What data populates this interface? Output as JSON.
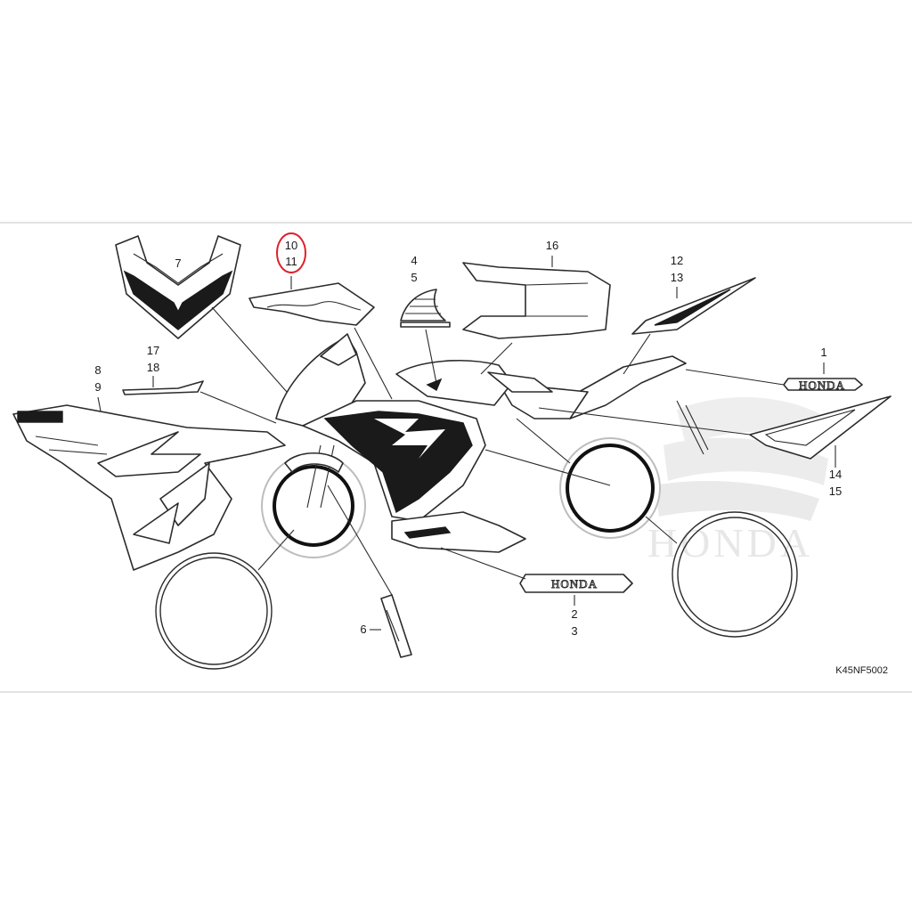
{
  "diagram": {
    "code": "K45NF5002",
    "watermark_text": "HONDA",
    "decal_text_tank": "HONDA",
    "decal_text_side": "HONDA",
    "highlight_color": "#e0202a",
    "callouts": {
      "c1": "1",
      "c2": "2",
      "c3": "3",
      "c4": "4",
      "c5": "5",
      "c6": "6",
      "c7": "7",
      "c8": "8",
      "c9": "9",
      "c10": "10",
      "c11": "11",
      "c12": "12",
      "c13": "13",
      "c14": "14",
      "c15": "15",
      "c16": "16",
      "c17": "17",
      "c18": "18"
    }
  }
}
